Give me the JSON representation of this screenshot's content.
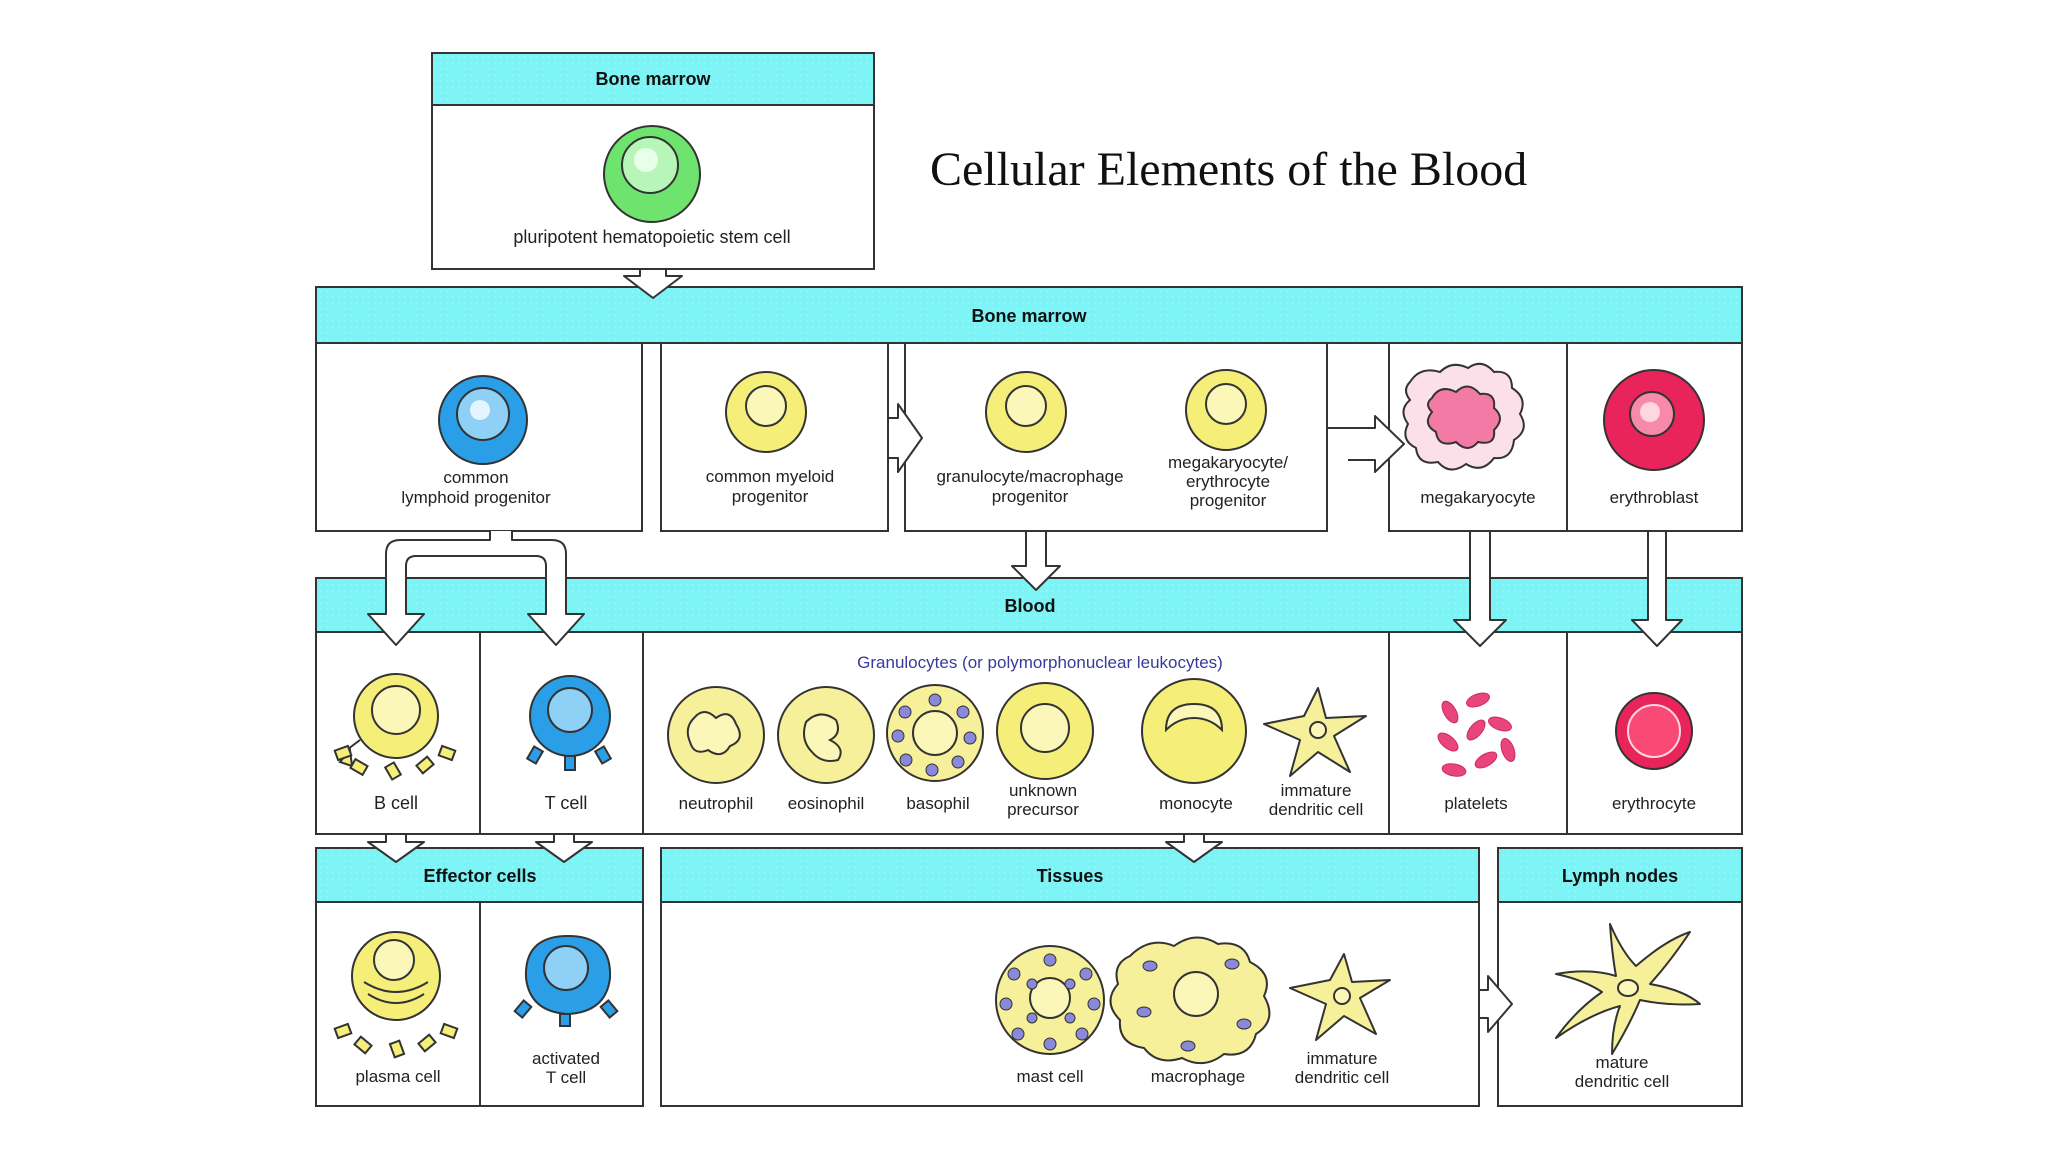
{
  "title": "Cellular Elements of the Blood",
  "colors": {
    "header": "#7cf3f5",
    "border": "#333333",
    "stem": "#6ee36e",
    "lymphoid": "#2a9fe8",
    "myeloid": "#f5ef7a",
    "megakaryocyte": "#f47aa6",
    "erythroid": "#e8245a",
    "granulocyte_label": "#3a3a9a"
  },
  "headers": {
    "bone_marrow_top": "Bone marrow",
    "bone_marrow": "Bone marrow",
    "blood": "Blood",
    "effector": "Effector cells",
    "tissues": "Tissues",
    "lymph": "Lymph nodes"
  },
  "cells": {
    "stem": "pluripotent hematopoietic stem cell",
    "clp_1": "common",
    "clp_2": "lymphoid progenitor",
    "cmp_1": "common myeloid",
    "cmp_2": "progenitor",
    "gmp_1": "granulocyte/macrophage",
    "gmp_2": "progenitor",
    "mep_1": "megakaryocyte/",
    "mep_2": "erythrocyte",
    "mep_3": "progenitor",
    "megakaryocyte": "megakaryocyte",
    "erythroblast": "erythroblast",
    "b_cell": "B cell",
    "t_cell": "T cell",
    "granulocytes_label": "Granulocytes (or polymorphonuclear leukocytes)",
    "neutrophil": "neutrophil",
    "eosinophil": "eosinophil",
    "basophil": "basophil",
    "unknown_1": "unknown",
    "unknown_2": "precursor",
    "monocyte": "monocyte",
    "imm_dc_1": "immature",
    "imm_dc_2": "dendritic cell",
    "platelets": "platelets",
    "erythrocyte": "erythrocyte",
    "plasma_cell": "plasma cell",
    "act_t_1": "activated",
    "act_t_2": "T cell",
    "mast_cell": "mast cell",
    "macrophage": "macrophage",
    "tis_dc_1": "immature",
    "tis_dc_2": "dendritic cell",
    "mature_dc_1": "mature",
    "mature_dc_2": "dendritic cell"
  }
}
